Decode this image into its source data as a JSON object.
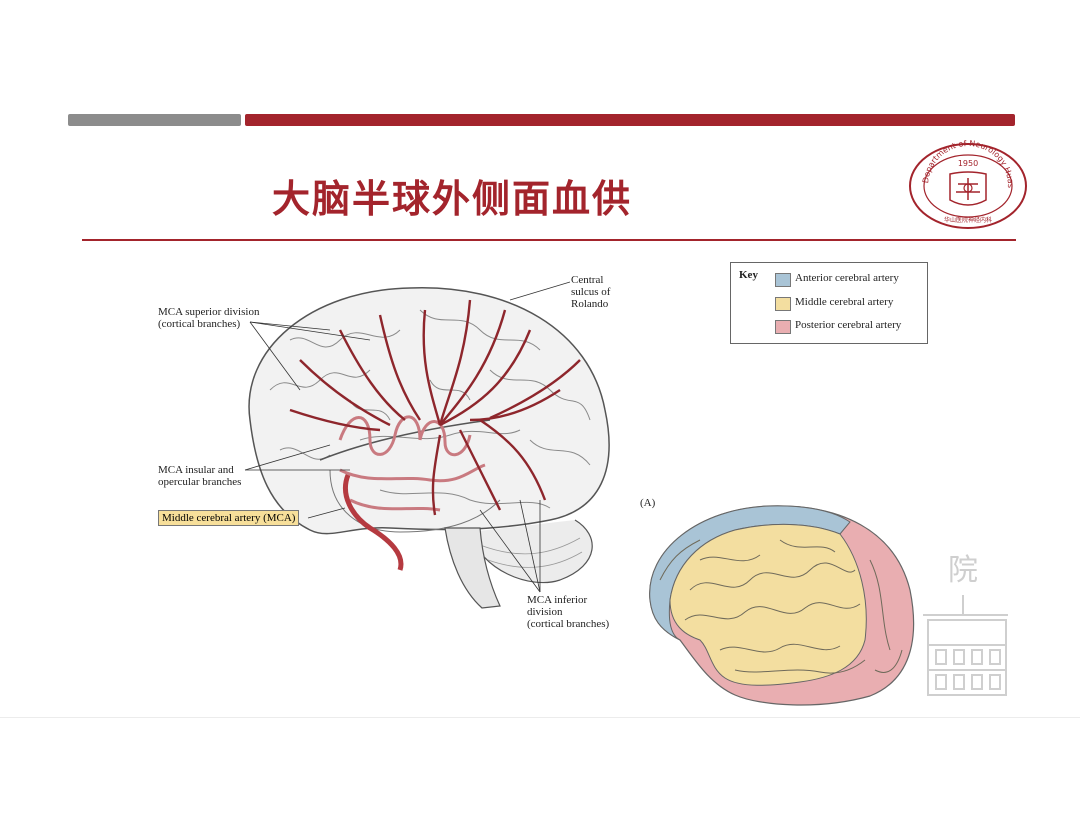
{
  "slide": {
    "title": "大脑半球外侧面血供"
  },
  "seal": {
    "year": "1950",
    "text": "Department of Neurology Huashan Hospital"
  },
  "figure_lateral": {
    "labels": {
      "mca_superior_1": "MCA superior division",
      "mca_superior_2": "(cortical branches)",
      "central_1": "Central",
      "central_2": "sulcus of",
      "central_3": "Rolando",
      "insular_1": "MCA insular and",
      "insular_2": "opercular branches",
      "mca_main": "Middle cerebral artery (MCA)",
      "inferior_1": "MCA inferior",
      "inferior_2": "division",
      "inferior_3": "(cortical branches)"
    }
  },
  "figure_territory": {
    "panel_label": "(A)",
    "key": {
      "title": "Key",
      "items": [
        {
          "label": "Anterior cerebral artery",
          "color": "#a9c4d6"
        },
        {
          "label": "Middle cerebral artery",
          "color": "#f3dea0"
        },
        {
          "label": "Posterior cerebral artery",
          "color": "#e9aeb1"
        }
      ]
    }
  },
  "colors": {
    "accent": "#a3242c",
    "bar_gray": "#8c8c8c",
    "artery": "#9e2f35"
  }
}
